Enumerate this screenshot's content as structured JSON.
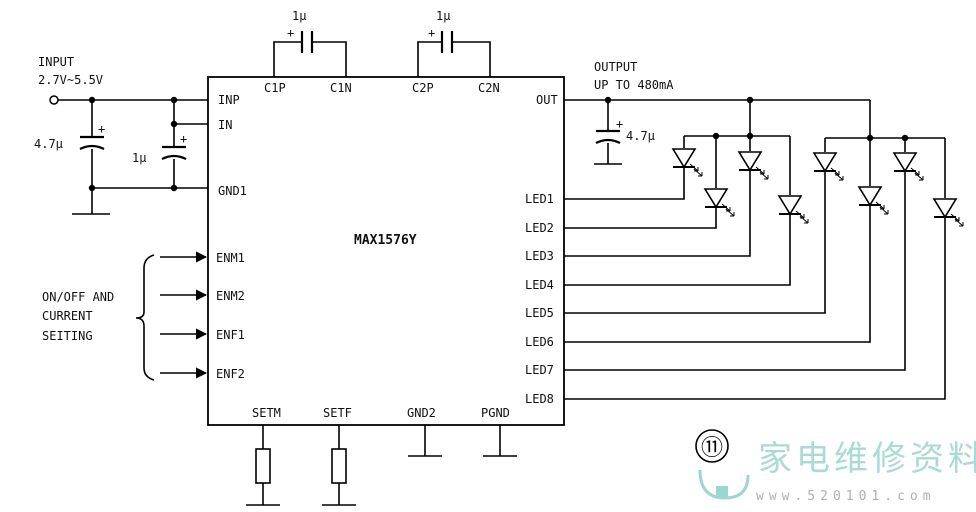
{
  "input": {
    "label": "INPUT",
    "range": "2.7V~5.5V"
  },
  "output": {
    "label": "OUTPUT",
    "spec": "UP TO 480mA"
  },
  "chip": {
    "name": "MAX1576Y",
    "pins_left": [
      "INP",
      "IN",
      "GND1",
      "ENM1",
      "ENM2",
      "ENF1",
      "ENF2"
    ],
    "pins_top": [
      "C1P",
      "C1N",
      "C2P",
      "C2N"
    ],
    "pins_right": [
      "OUT",
      "LED1",
      "LED2",
      "LED3",
      "LED4",
      "LED5",
      "LED6",
      "LED7",
      "LED8"
    ],
    "pins_bottom": [
      "SETM",
      "SETF",
      "GND2",
      "PGND"
    ]
  },
  "caps": {
    "c1": "1μ",
    "c2": "1μ",
    "input_cap": "4.7μ",
    "in_cap": "1μ",
    "out_cap": "4.7μ"
  },
  "control_label": [
    "ON/OFF AND",
    "CURRENT",
    "SEITING"
  ],
  "figure_number": "⑪",
  "watermark": {
    "text_cn": "家电维修资料网",
    "url": "www.520101.com"
  }
}
